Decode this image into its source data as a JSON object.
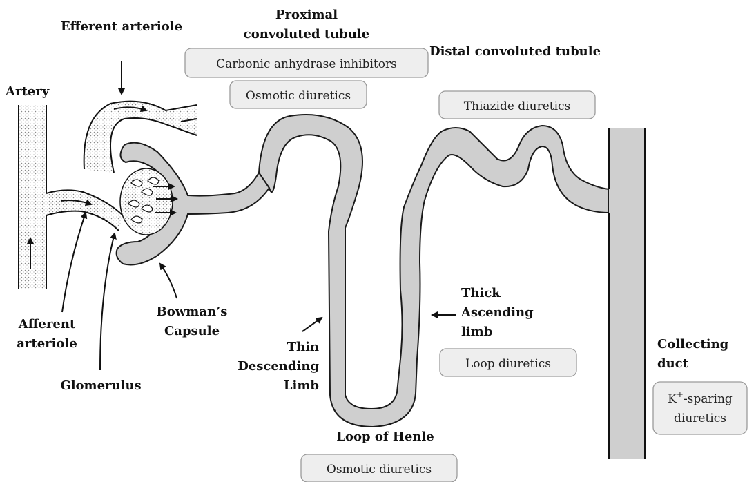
{
  "labels": {
    "efferent_arteriole": "Efferent arteriole",
    "proximal_line1": "Proximal",
    "proximal_line2": "convoluted tubule",
    "distal": "Distal convoluted tubule",
    "artery": "Artery",
    "afferent_line1": "Afferent",
    "afferent_line2": "arteriole",
    "glomerulus": "Glomerulus",
    "bowmans_line1": "Bowman’s",
    "bowmans_line2": "Capsule",
    "thin_line1": "Thin",
    "thin_line2": "Descending",
    "thin_line3": "Limb",
    "thick_line1": "Thick",
    "thick_line2": "Ascending",
    "thick_line3": "limb",
    "collecting_line1": "Collecting",
    "collecting_line2": "duct",
    "loop_of_henle": "Loop of Henle"
  },
  "drug_boxes": {
    "carbonic_anhydrase": "Carbonic anhydrase inhibitors",
    "osmotic_proximal": "Osmotic diuretics",
    "thiazide": "Thiazide diuretics",
    "loop": "Loop diuretics",
    "k_sparing_prefix": "K",
    "k_sparing_superscript": "+",
    "k_sparing_line1_rest": "-sparing",
    "k_sparing_line2": "diuretics",
    "osmotic_loop": "Osmotic diuretics"
  },
  "colors": {
    "tubule_fill": "#cfcfcf",
    "box_fill": "#eeeeee",
    "box_border": "#9a9a9a",
    "text": "#111111"
  }
}
